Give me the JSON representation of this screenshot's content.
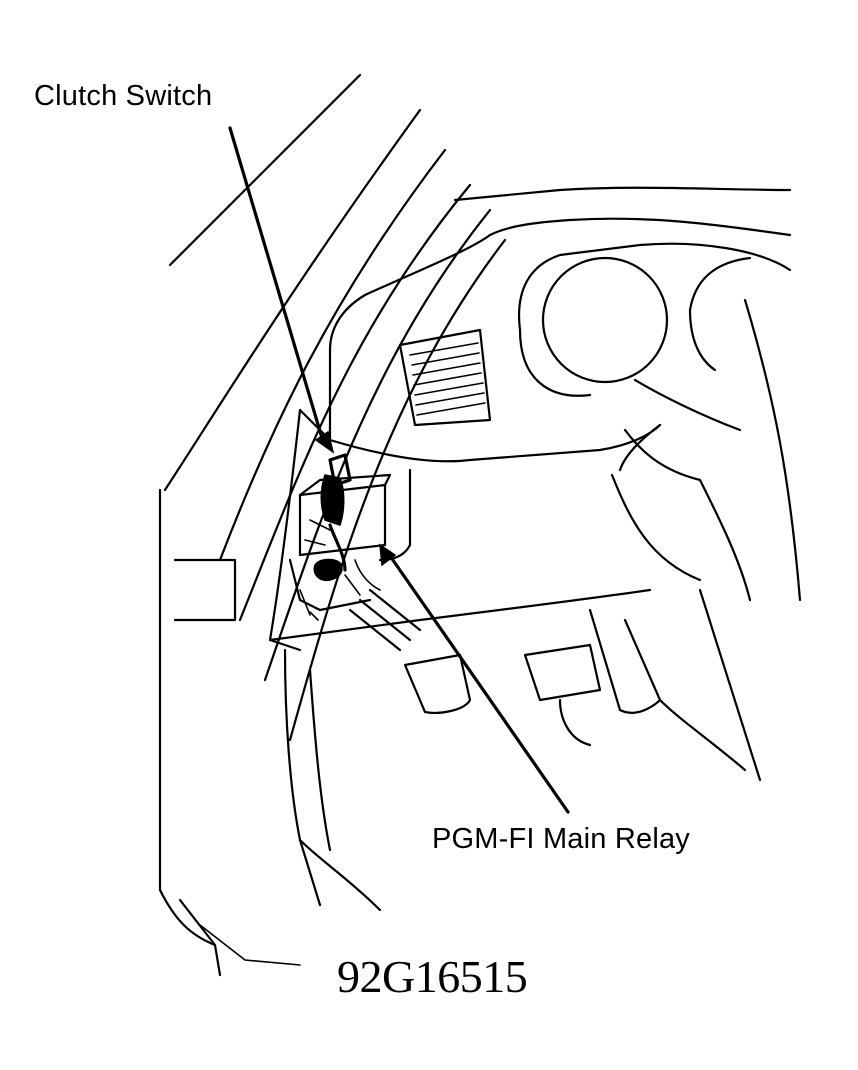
{
  "labels": {
    "clutch_switch": "Clutch Switch",
    "main_relay": "PGM-FI Main Relay",
    "figure_number": "92G16515"
  },
  "colors": {
    "ink": "#000000",
    "background": "#ffffff"
  }
}
